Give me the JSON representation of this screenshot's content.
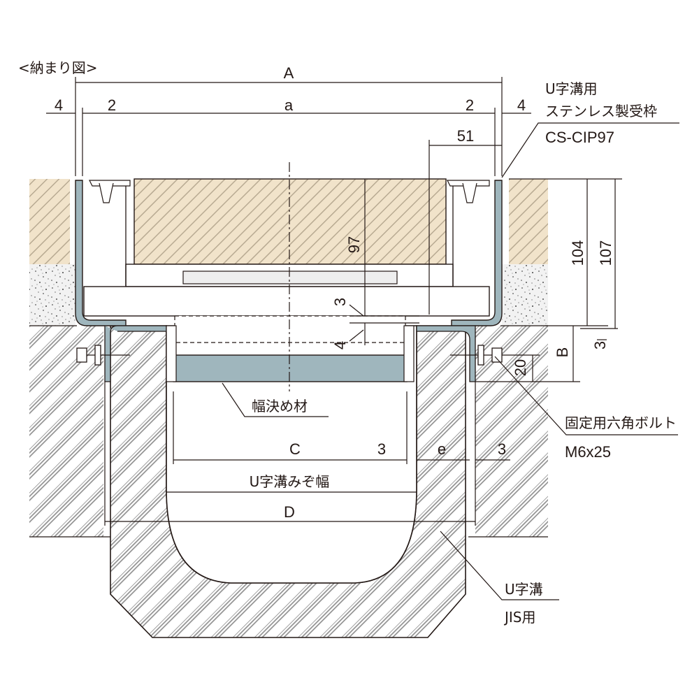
{
  "caption": "<納まり図>",
  "dims": {
    "A": "A",
    "a": "a",
    "d4_left": "4",
    "d2_left": "2",
    "d2_right": "2",
    "d4_right": "4",
    "d51": "51",
    "d97": "97",
    "d3_gap": "3",
    "d4_gap": "4",
    "d104": "104",
    "d107": "107",
    "B": "B",
    "d3_right": "3",
    "d20": "20",
    "C": "C",
    "d3_c": "3",
    "e": "e",
    "d3_e": "3",
    "D": "D"
  },
  "labels": {
    "frame_line1": "U字溝用",
    "frame_line2": "ステンレス製受枠",
    "frame_model": "CS-CIP97",
    "spacer": "幅決め材",
    "bolt_line1": "固定用六角ボルト",
    "bolt_size": "M6x25",
    "trench_width": "U字溝みぞ幅",
    "ditch_line1": "U字溝",
    "ditch_line2": "JIS用"
  },
  "colors": {
    "line": "#231815",
    "pavement_fill": "#f1e3ca",
    "pavement_hatch": "#b8aa92",
    "base_fill": "#f2f2f2",
    "concrete_hatch": "#8a8a8a",
    "steel": "#9fb6bd"
  }
}
